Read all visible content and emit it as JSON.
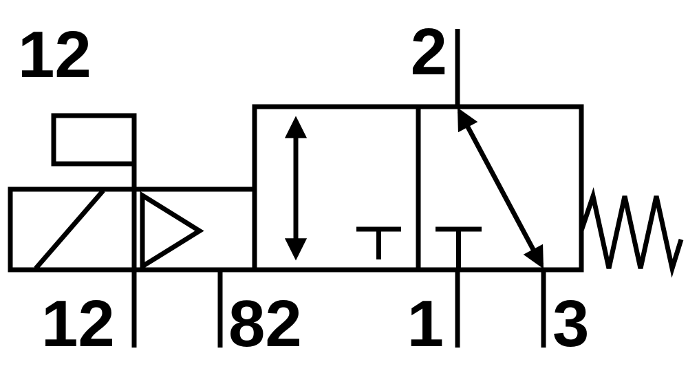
{
  "diagram": {
    "line_color": "#000000",
    "background_color": "#ffffff",
    "labels": {
      "pilot_top": "12",
      "pilot_bottom": "12",
      "port_82": "82",
      "port_2": "2",
      "port_1": "1",
      "port_3": "3"
    },
    "icons": [
      "solenoid-coil-icon",
      "pilot-triangle-icon",
      "flow-arrow-vertical-icon",
      "flow-arrow-diagonal-icon",
      "blocked-port-t-icon",
      "spring-return-icon"
    ]
  }
}
